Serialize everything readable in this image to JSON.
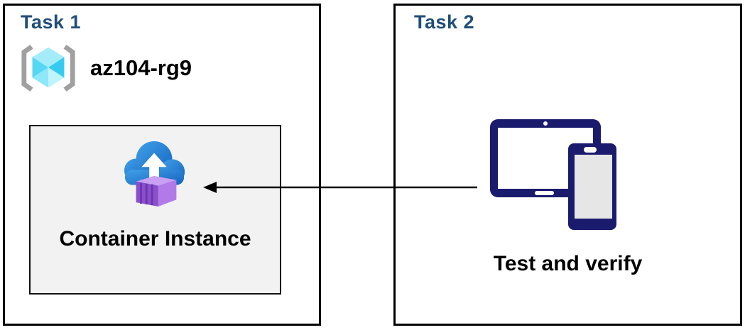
{
  "task1": {
    "title": "Task 1",
    "resource_group_name": "az104-rg9",
    "container_label": "Container Instance"
  },
  "task2": {
    "title": "Task 2",
    "caption": "Test and verify"
  },
  "icons": {
    "resource_group": "brackets-around-cyan-cube",
    "container_instance": "blue-cloud-upload-with-purple-container",
    "devices": "navy-tablet-and-phone",
    "connector": "left-pointing-arrow"
  },
  "colors": {
    "task_title": "#1f4e79",
    "box_border": "#000000",
    "inner_box_fill": "#f2f2f2",
    "inner_box_border": "#111111",
    "text": "#000000",
    "device_navy": "#1b1b6e",
    "phone_screen": "#e6e6e6",
    "cloud_blue_light": "#41a1e8",
    "cloud_blue_dark": "#1463be",
    "container_purple_front": "#8a50cc",
    "container_purple_rib": "#6d35b0",
    "container_purple_side": "#b17ae8",
    "container_purple_top": "#c9a0f2",
    "cube_cyan_top": "#a5ecfb",
    "cube_cyan_left": "#55d7f4",
    "cube_cyan_right": "#35cbf1",
    "cube_cyan_bottom_left": "#8de8fa",
    "cube_cyan_bottom_right": "#c0f4fd",
    "bracket_gray": "#a0a0a0",
    "arrow": "#000000"
  }
}
